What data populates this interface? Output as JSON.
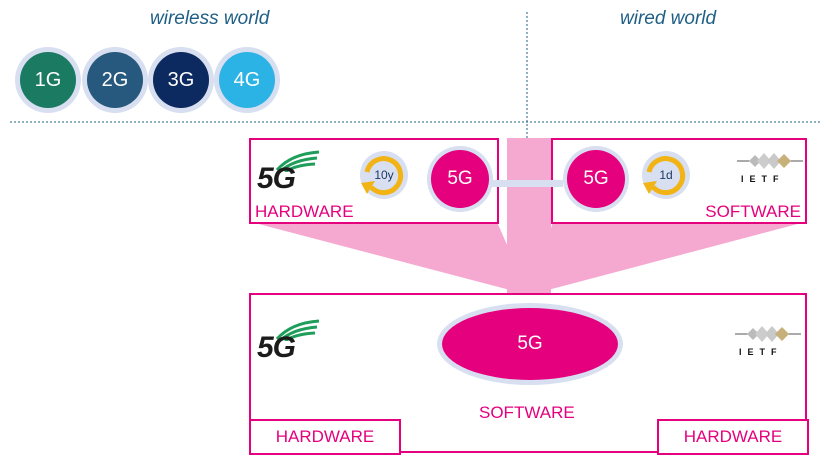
{
  "titles": {
    "wireless": "wireless world",
    "wired": "wired world"
  },
  "generations": [
    {
      "label": "1G",
      "color": "#1a7a62"
    },
    {
      "label": "2G",
      "color": "#27597e"
    },
    {
      "label": "3G",
      "color": "#0c2960"
    },
    {
      "label": "4G",
      "color": "#2bb3e6"
    }
  ],
  "top_left_box": {
    "logo": "5G",
    "cycle": "10y",
    "bubble": "5G",
    "label": "HARDWARE"
  },
  "top_right_box": {
    "bubble": "5G",
    "cycle": "1d",
    "logo_text": "IETF",
    "label": "SOFTWARE"
  },
  "bottom_box": {
    "logo": "5G",
    "ellipse": "5G",
    "logo_text": "IETF",
    "software_label": "SOFTWARE",
    "hardware_left": "HARDWARE",
    "hardware_right": "HARDWARE"
  },
  "colors": {
    "magenta": "#e5007d",
    "pink_fill": "#f5a8d0",
    "bubble_ring": "#d7dff0",
    "divider": "#1f5f86",
    "cycle_arrow": "#f2b315",
    "logo_green": "#1e9e5a"
  }
}
